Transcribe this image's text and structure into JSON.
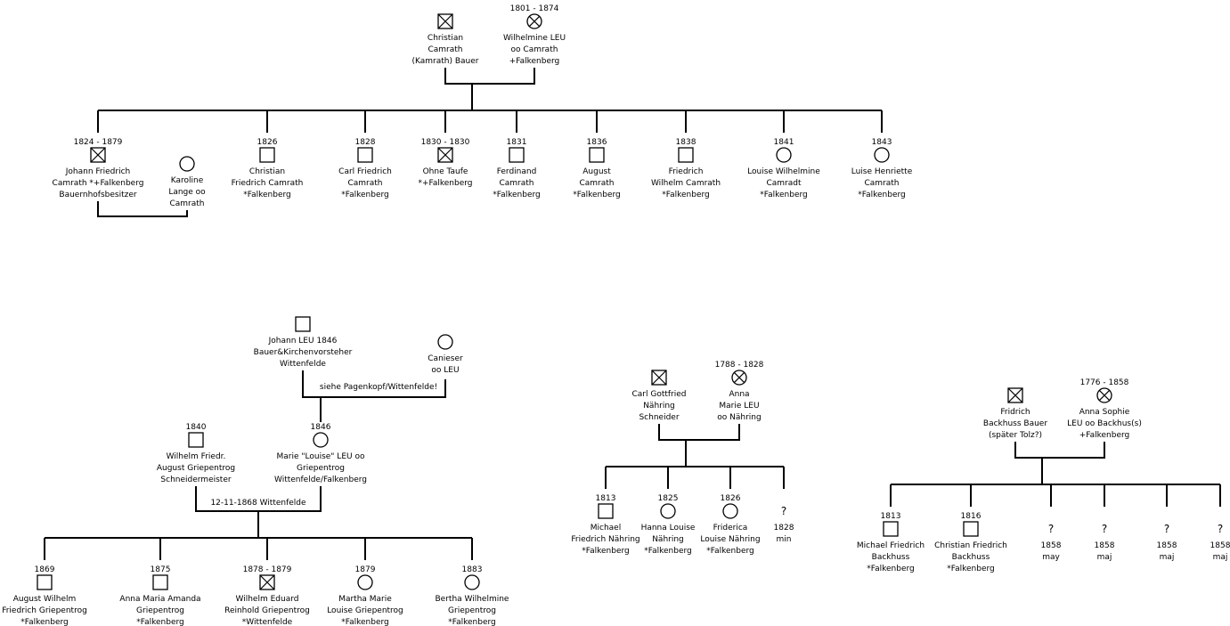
{
  "families": [
    {
      "id": "camrath",
      "parents": [
        {
          "id": "christian-camrath",
          "sex": "m",
          "deceased": true,
          "dates": "",
          "lines": [
            "Christian",
            "Camrath",
            "(Kamrath) Bauer"
          ]
        },
        {
          "id": "wilhelmine-leu",
          "sex": "f",
          "deceased": true,
          "dates": "1801 - 1874",
          "lines": [
            "Wilhelmine LEU",
            "oo Camrath",
            "+Falkenberg"
          ]
        }
      ],
      "children": [
        {
          "id": "johann-friedrich",
          "sex": "m",
          "deceased": true,
          "dates": "1824 - 1879",
          "lines": [
            "Johann Friedrich",
            "Camrath *+Falkenberg",
            "Bauernhofsbesitzer"
          ]
        },
        {
          "id": "christian-friedrich",
          "sex": "m",
          "deceased": false,
          "dates": "1826",
          "lines": [
            "Christian",
            "Friedrich Camrath",
            "*Falkenberg"
          ]
        },
        {
          "id": "carl-friedrich",
          "sex": "m",
          "deceased": false,
          "dates": "1828",
          "lines": [
            "Carl Friedrich",
            "Camrath",
            "*Falkenberg"
          ]
        },
        {
          "id": "ohne-taufe",
          "sex": "m",
          "deceased": true,
          "dates": "1830 - 1830",
          "lines": [
            "Ohne Taufe",
            "*+Falkenberg"
          ]
        },
        {
          "id": "ferdinand",
          "sex": "m",
          "deceased": false,
          "dates": "1831",
          "lines": [
            "Ferdinand",
            "Camrath",
            "*Falkenberg"
          ]
        },
        {
          "id": "august",
          "sex": "m",
          "deceased": false,
          "dates": "1836",
          "lines": [
            "August",
            "Camrath",
            "*Falkenberg"
          ]
        },
        {
          "id": "friedrich-wilhelm",
          "sex": "m",
          "deceased": false,
          "dates": "1838",
          "lines": [
            "Friedrich",
            "Wilhelm Camrath",
            "*Falkenberg"
          ]
        },
        {
          "id": "louise-wilhelmine",
          "sex": "f",
          "deceased": false,
          "dates": "1841",
          "lines": [
            "Louise Wilhelmine",
            "Camradt",
            "*Falkenberg"
          ]
        },
        {
          "id": "luise-henriette",
          "sex": "f",
          "deceased": false,
          "dates": "1843",
          "lines": [
            "Luise Henriette",
            "Camrath",
            "*Falkenberg"
          ]
        }
      ]
    },
    {
      "id": "camrath-spouse",
      "spouse": {
        "id": "karoline-lange",
        "sex": "f",
        "deceased": false,
        "dates": "",
        "lines": [
          "Karoline",
          "Lange oo",
          "Camrath"
        ]
      }
    },
    {
      "id": "leu",
      "parents": [
        {
          "id": "johann-leu",
          "sex": "m",
          "deceased": false,
          "dates": "",
          "lines": [
            "Johann LEU 1846",
            "Bauer&Kirchenvorsteher",
            "Wittenfelde"
          ]
        },
        {
          "id": "canieser",
          "sex": "f",
          "deceased": false,
          "dates": "",
          "lines": [
            "Canieser",
            "oo LEU"
          ]
        }
      ],
      "note": "siehe Pagenkopf/Wittenfelde!"
    },
    {
      "id": "griepentrog",
      "parents": [
        {
          "id": "wilhelm-griepentrog",
          "sex": "m",
          "deceased": false,
          "dates": "1840",
          "lines": [
            "Wilhelm Friedr.",
            "August Griepentrog",
            "Schneidermeister"
          ]
        },
        {
          "id": "marie-louise-leu",
          "sex": "f",
          "deceased": false,
          "dates": "1846",
          "lines": [
            "Marie \"Louise\" LEU oo",
            "Griepentrog",
            "Wittenfelde/Falkenberg"
          ]
        }
      ],
      "marriage": "12-11-1868 Wittenfelde",
      "children": [
        {
          "id": "august-wilhelm",
          "sex": "m",
          "deceased": false,
          "dates": "1869",
          "lines": [
            "August Wilhelm",
            "Friedrich Griepentrog",
            "*Falkenberg"
          ]
        },
        {
          "id": "anna-maria-amanda",
          "sex": "m",
          "deceased": false,
          "dates": "1875",
          "lines": [
            "Anna Maria Amanda",
            "Griepentrog",
            "*Falkenberg"
          ]
        },
        {
          "id": "wilhelm-eduard",
          "sex": "m",
          "deceased": true,
          "dates": "1878 - 1879",
          "lines": [
            "Wilhelm Eduard",
            "Reinhold Griepentrog",
            "*Wittenfelde"
          ]
        },
        {
          "id": "martha-marie",
          "sex": "f",
          "deceased": false,
          "dates": "1879",
          "lines": [
            "Martha Marie",
            "Louise Griepentrog",
            "*Falkenberg"
          ]
        },
        {
          "id": "bertha-wilhelmine",
          "sex": "f",
          "deceased": false,
          "dates": "1883",
          "lines": [
            "Bertha Wilhelmine",
            "Griepentrog",
            "*Falkenberg"
          ]
        }
      ]
    },
    {
      "id": "naehring",
      "parents": [
        {
          "id": "carl-gottfried",
          "sex": "m",
          "deceased": true,
          "dates": "",
          "lines": [
            "Carl Gottfried",
            "Nähring",
            "Schneider"
          ]
        },
        {
          "id": "anna-marie-leu",
          "sex": "f",
          "deceased": true,
          "dates": "1788 - 1828",
          "lines": [
            "Anna",
            "Marie LEU",
            "oo Nähring"
          ]
        }
      ],
      "children": [
        {
          "id": "michael-friedrich-naehring",
          "sex": "m",
          "deceased": false,
          "dates": "1813",
          "lines": [
            "Michael",
            "Friedrich Nähring",
            "*Falkenberg"
          ]
        },
        {
          "id": "hanna-louise",
          "sex": "f",
          "deceased": false,
          "dates": "1825",
          "lines": [
            "Hanna Louise",
            "Nähring",
            "*Falkenberg"
          ]
        },
        {
          "id": "friderica-louise",
          "sex": "f",
          "deceased": false,
          "dates": "1826",
          "lines": [
            "Friderica",
            "Louise Nähring",
            "*Falkenberg"
          ]
        },
        {
          "id": "unknown-1828",
          "sex": "u",
          "deceased": false,
          "dates": "",
          "lines": [
            "1828",
            "min"
          ]
        }
      ]
    },
    {
      "id": "backhuss",
      "parents": [
        {
          "id": "fridrich-backhuss",
          "sex": "m",
          "deceased": true,
          "dates": "",
          "lines": [
            "Fridrich",
            "Backhuss Bauer",
            "(später Tolz?)"
          ]
        },
        {
          "id": "anna-sophie-leu",
          "sex": "f",
          "deceased": true,
          "dates": "1776 - 1858",
          "lines": [
            "Anna Sophie",
            "LEU oo Backhus(s)",
            "+Falkenberg"
          ]
        }
      ],
      "children": [
        {
          "id": "michael-friedrich-backhuss",
          "sex": "m",
          "deceased": false,
          "dates": "1813",
          "lines": [
            "Michael Friedrich",
            "Backhuss",
            "*Falkenberg"
          ]
        },
        {
          "id": "christian-friedrich-backhuss",
          "sex": "m",
          "deceased": false,
          "dates": "1816",
          "lines": [
            "Christian Friedrich",
            "Backhuss",
            "*Falkenberg"
          ]
        },
        {
          "id": "unknown-1858-may",
          "sex": "u",
          "deceased": false,
          "dates": "",
          "lines": [
            "1858",
            "may"
          ]
        },
        {
          "id": "unknown-1858-maj-1",
          "sex": "u",
          "deceased": false,
          "dates": "",
          "lines": [
            "1858",
            "maj"
          ]
        },
        {
          "id": "unknown-1858-maj-2",
          "sex": "u",
          "deceased": false,
          "dates": "",
          "lines": [
            "1858",
            "maj"
          ]
        },
        {
          "id": "unknown-1858-maj-3",
          "sex": "u",
          "deceased": false,
          "dates": "",
          "lines": [
            "1858",
            "maj"
          ]
        }
      ]
    }
  ],
  "symbols": {
    "male": "square",
    "female": "circle",
    "deceased": "cross",
    "unknown": "?"
  }
}
